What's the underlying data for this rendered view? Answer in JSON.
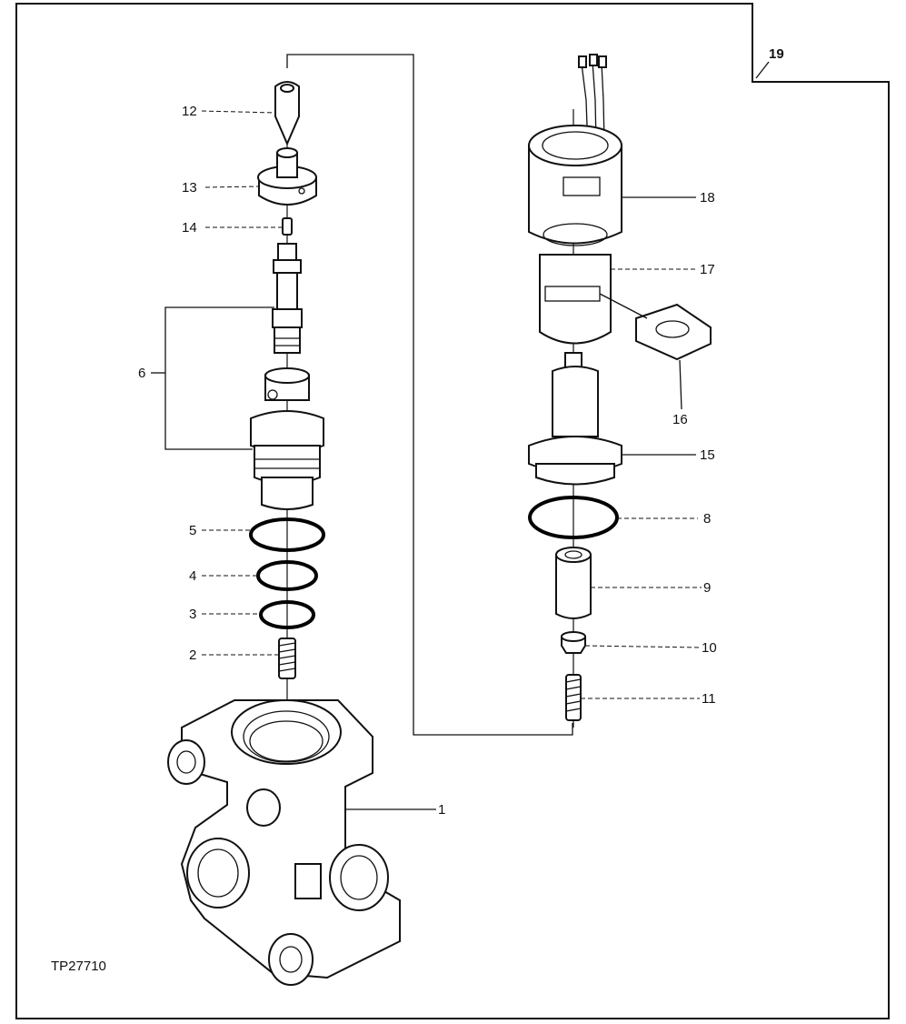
{
  "diagram": {
    "figure_code": "TP27710",
    "sheet_reference": "19",
    "callouts": {
      "c1": "1",
      "c2": "2",
      "c3": "3",
      "c4": "4",
      "c5": "5",
      "c6": "6",
      "c8": "8",
      "c9": "9",
      "c10": "10",
      "c11": "11",
      "c12": "12",
      "c13": "13",
      "c14": "14",
      "c15": "15",
      "c16": "16",
      "c17": "17",
      "c18": "18"
    }
  }
}
